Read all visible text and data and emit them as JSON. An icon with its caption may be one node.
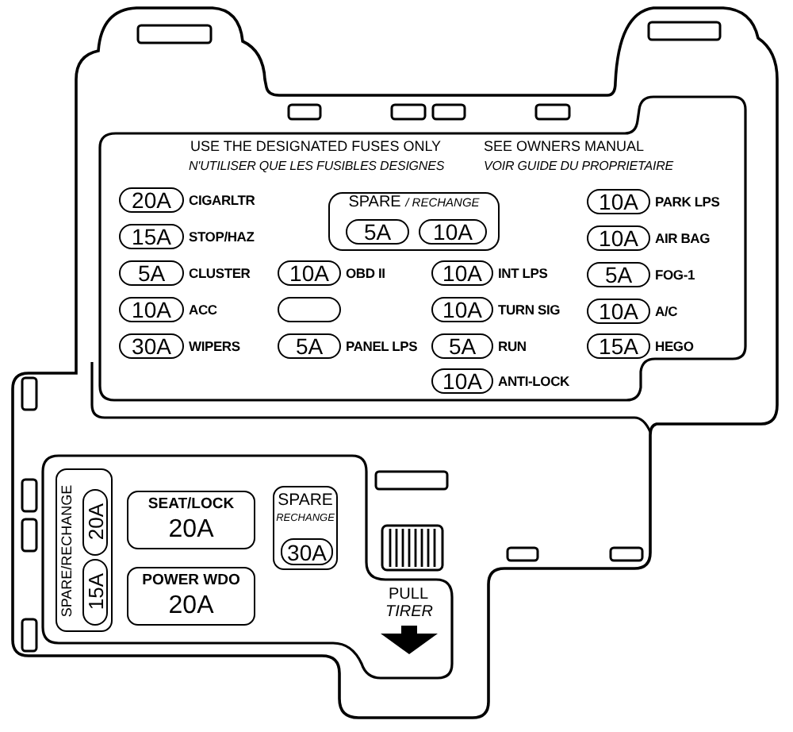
{
  "diagram": {
    "nodes": [
      {
        "text": [
          "USE THE DESIGNATED FUSES ONLY",
          "SEE OWNERS MANUAL",
          "N'UTILISER QUE LES FUSIBLES DESIGNES",
          "VOIR GUIDE DU PROPRIETAIRE"
        ]
      },
      {
        "text": [
          "20A"
        ],
        "in": 0,
        "beside": [
          "CIGARLTR"
        ]
      },
      {
        "text": [
          "SPARE */ RECHANGE*"
        ],
        "in": 0
      },
      {
        "text": [
          "5A"
        ],
        "in": 2
      },
      {
        "text": [
          "10A"
        ],
        "in": 2
      },
      {
        "text": [
          "10A"
        ],
        "in": 0,
        "beside": [
          "PARK LPS"
        ]
      },
      {
        "text": [
          "15A"
        ],
        "in": 0,
        "beside": [
          "STOP/HAZ"
        ]
      },
      {
        "text": [
          "10A"
        ],
        "in": 0,
        "beside": [
          "AIR BAG"
        ]
      },
      {
        "text": [
          "5A"
        ],
        "in": 0,
        "beside": [
          "CLUSTER"
        ]
      },
      {
        "text": [
          "10A"
        ],
        "in": 0,
        "beside": [
          "OBD II"
        ]
      },
      {
        "text": [
          "10A"
        ],
        "in": 0,
        "beside": [
          "INT LPS"
        ]
      },
      {
        "text": [
          "5A"
        ],
        "in": 0,
        "beside": [
          "FOG-1"
        ]
      },
      {
        "text": [
          "10A"
        ],
        "in": 0,
        "beside": [
          "ACC"
        ]
      },
      {
        "text": [],
        "shape": "box",
        "in": 0
      },
      {
        "text": [
          "10A"
        ],
        "in": 0,
        "beside": [
          "TURN SIG"
        ]
      },
      {
        "text": [
          "10A"
        ],
        "in": 0,
        "beside": [
          "A/C"
        ]
      },
      {
        "text": [
          "30A"
        ],
        "in": 0,
        "beside": [
          "WIPERS"
        ]
      },
      {
        "text": [
          "5A"
        ],
        "in": 0,
        "beside": [
          "PANEL LPS"
        ]
      },
      {
        "text": [
          "5A"
        ],
        "in": 0,
        "beside": [
          "RUN"
        ]
      },
      {
        "text": [
          "15A"
        ],
        "in": 0,
        "beside": [
          "HEGO"
        ]
      },
      {
        "text": [
          "10A"
        ],
        "in": 0,
        "beside": [
          "ANTI-LOCK"
        ]
      },
      {
        "text": [],
        "shape": "box"
      },
      {
        "text": [
          "SPARE/RECHANGE"
        ],
        "in": 21
      },
      {
        "text": [
          "20A"
        ],
        "in": 22
      },
      {
        "text": [
          "15A"
        ],
        "in": 22
      },
      {
        "text": [
          "SEAT/LOCK",
          "20A"
        ],
        "in": 21
      },
      {
        "text": [
          "SPARE",
          "RECHANGE"
        ],
        "in": 21
      },
      {
        "text": [
          "30A"
        ],
        "in": 26
      },
      {
        "text": [
          "POWER WDO",
          "20A"
        ],
        "in": 21
      }
    ],
    "labels": [
      "PULL",
      "TIRER"
    ]
  }
}
